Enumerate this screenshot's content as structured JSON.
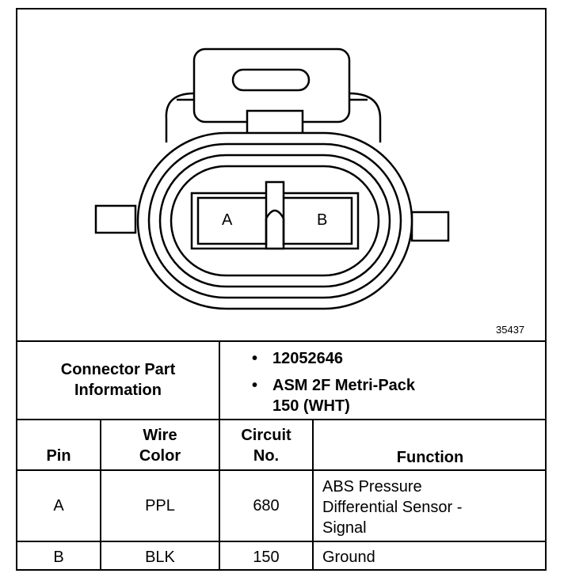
{
  "figure_number": "35437",
  "connector": {
    "terminal_a": "A",
    "terminal_b": "B"
  },
  "part_info": {
    "label_line1": "Connector Part",
    "label_line2": "Information",
    "bullet1": "12052646",
    "bullet2_line1": "ASM 2F Metri-Pack",
    "bullet2_line2": "150 (WHT)"
  },
  "table": {
    "headers": {
      "pin": "Pin",
      "wire_color_line1": "Wire",
      "wire_color_line2": "Color",
      "circuit_line1": "Circuit",
      "circuit_line2": "No.",
      "function": "Function"
    },
    "rows": [
      {
        "pin": "A",
        "wire_color": "PPL",
        "circuit": "680",
        "function_line1": "ABS Pressure",
        "function_line2": "Differential Sensor -",
        "function_line3": "Signal"
      },
      {
        "pin": "B",
        "wire_color": "BLK",
        "circuit": "150",
        "function_line1": "Ground"
      }
    ]
  }
}
